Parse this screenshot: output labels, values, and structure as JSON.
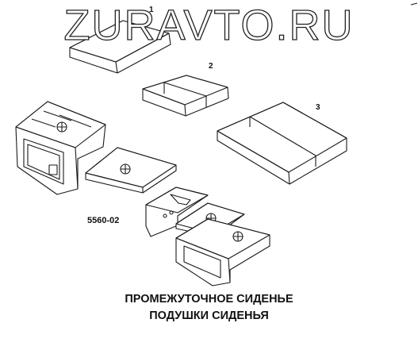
{
  "watermark": "ZURAVTO.RU",
  "callouts": [
    "1",
    "2",
    "3"
  ],
  "drawing_code": "5560-02",
  "caption": {
    "line1": "ПРОМЕЖУТОЧНОЕ СИДЕНЬЕ",
    "line2": "ПОДУШКИ СИДЕНЬЯ"
  }
}
